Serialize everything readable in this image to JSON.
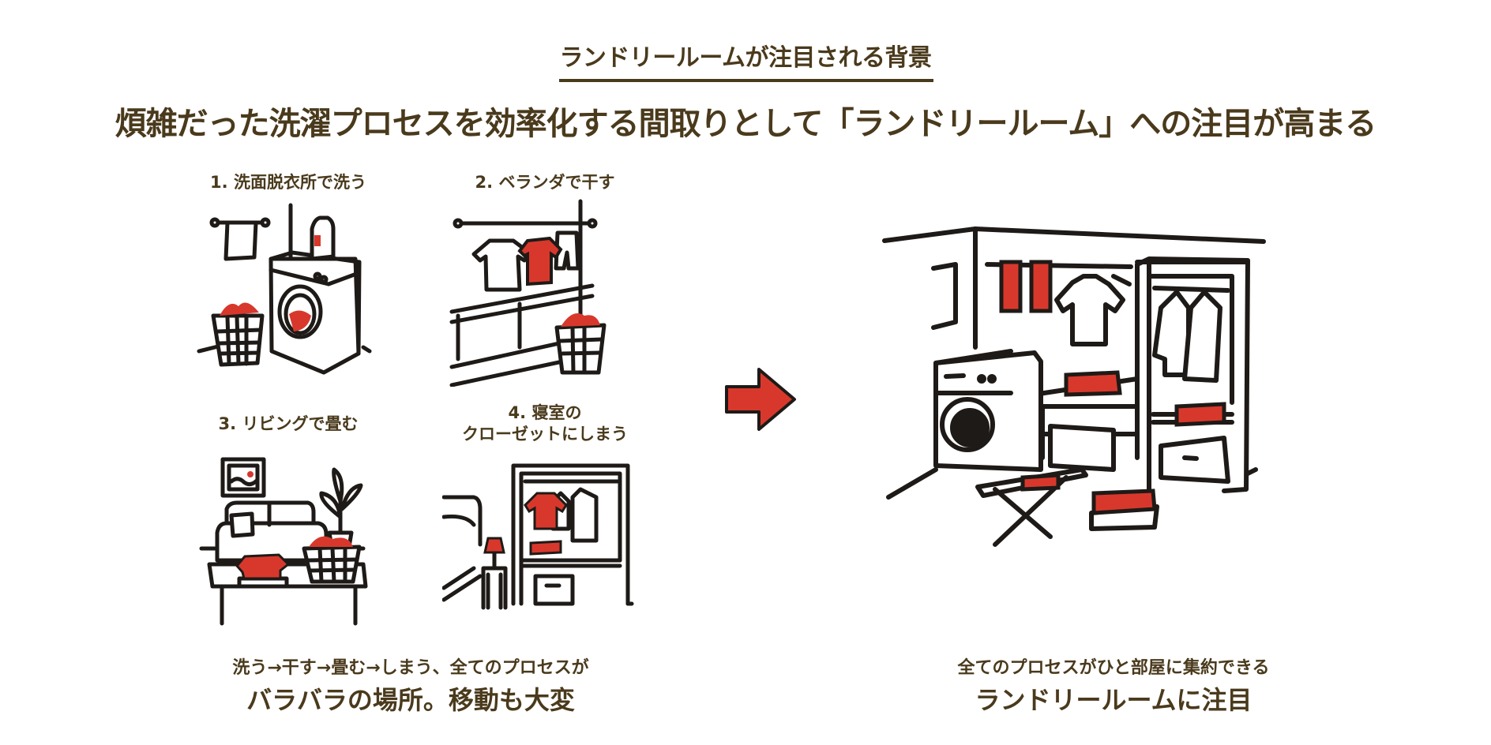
{
  "header": {
    "eyebrow": "ランドリールームが注目される背景",
    "headline": "煩雑だった洗濯プロセスを効率化する間取りとして「ランドリールーム」への注目が高まる"
  },
  "before": {
    "steps": [
      {
        "label": "1. 洗面脱衣所で洗う",
        "icon": "washing-machine-icon"
      },
      {
        "label": "2. ベランダで干す",
        "icon": "balcony-drying-icon"
      },
      {
        "label": "3. リビングで畳む",
        "icon": "living-room-icon"
      },
      {
        "label_line1": "4. 寝室の",
        "label_line2": "クローゼットにしまう",
        "icon": "closet-icon"
      }
    ],
    "caption_small": "洗う→干す→畳む→しまう、全てのプロセスが",
    "caption_big": "バラバラの場所。移動も大変"
  },
  "arrow": {
    "icon": "arrow-right-icon"
  },
  "after": {
    "icon": "laundry-room-icon",
    "caption_small": "全てのプロセスがひと部屋に集約できる",
    "caption_big": "ランドリールームに注目"
  },
  "colors": {
    "text": "#4a3a1c",
    "accent_red": "#d8382c",
    "line": "#1e1a17",
    "background": "#ffffff"
  }
}
